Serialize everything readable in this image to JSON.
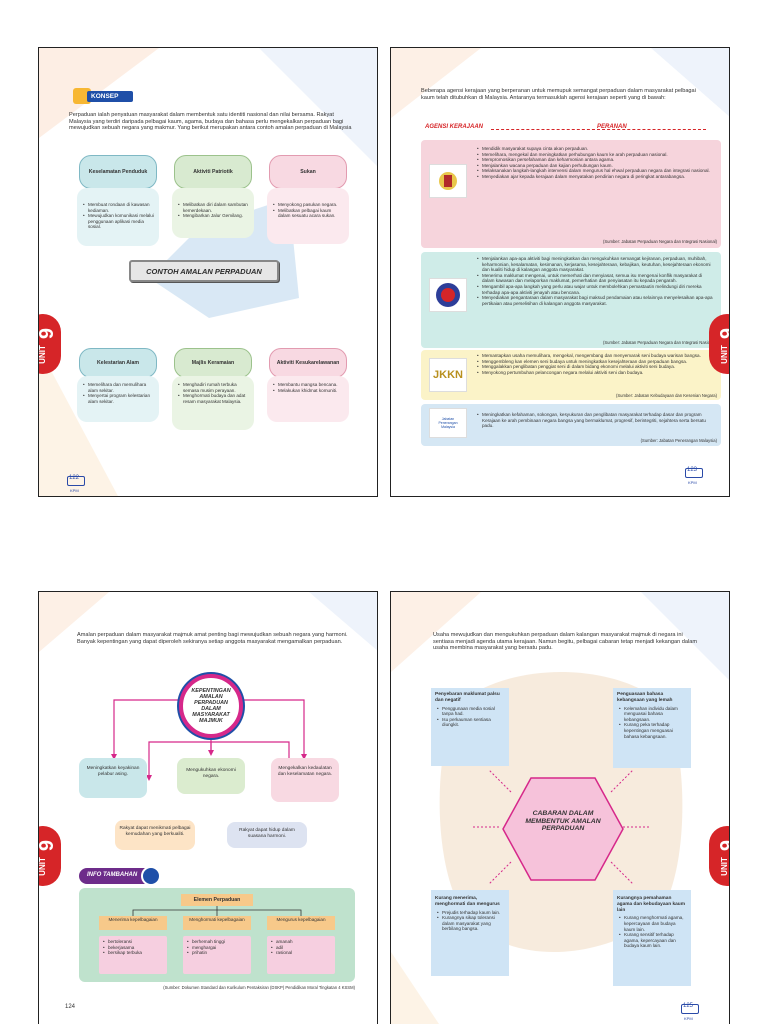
{
  "p1": {
    "konsep_label": "KONSEP",
    "intro": "Perpaduan ialah penyatuan masyarakat dalam membentuk satu identiti nasional dan nilai bersama. Rakyat Malaysia yang terdiri daripada pelbagai kaum, agama, budaya dan bahasa perlu mengekalkan perpaduan bagi mewujudkan sebuah negara yang makmur. Yang berikut merupakan antara contoh amalan perpaduan di Malaysia",
    "center": "CONTOH AMALAN PERPADUAN",
    "top_items": [
      {
        "title": "Keselamatan Penduduk",
        "bullets": [
          "Membuat rondaan di kawasan kediaman.",
          "Mewujudkan komunikasi melalui penggunaan aplikasi media sosial."
        ]
      },
      {
        "title": "Aktiviti Patriotik",
        "bullets": [
          "Melibatkan diri dalam sambutan kemerdekaan.",
          "Mengibarkan Jalur Gemilang."
        ]
      },
      {
        "title": "Sukan",
        "bullets": [
          "Menyokong pasukan negara.",
          "Melibatkan pelbagai kaum dalam sesuatu acara sukan."
        ]
      }
    ],
    "bottom_items": [
      {
        "title": "Kelestarian Alam",
        "bullets": [
          "Memelihara dan memulihara alam sekitar.",
          "Menyertai program kelestarian alam sekitar."
        ]
      },
      {
        "title": "Majlis Keramaian",
        "bullets": [
          "Menghadiri rumah terbuka semasa musim perayaan.",
          "Menghormati budaya dan adat resam masyarakat Malaysia."
        ]
      },
      {
        "title": "Aktiviti Kesukarelawanan",
        "bullets": [
          "Membantu mangsa bencana.",
          "Melakukan khidmat komuniti."
        ]
      }
    ],
    "unit_label": "UNIT",
    "unit_num": "9",
    "page_num": "122",
    "kpm": "KPM"
  },
  "p2": {
    "intro": "Beberapa agensi kerajaan yang berperanan untuk memupuk semangat perpaduan dalam masyarakat pelbagai kaum telah ditubuhkan di Malaysia. Antaranya termasuklah agensi kerajaan seperti yang di bawah:",
    "header_left": "AGENSI KERAJAAN",
    "header_right": "PERANAN",
    "agencies": [
      {
        "logo": "coat-of-arms-icon",
        "bullets": [
          "Mendidik masyarakat supaya cinta akan perpaduan.",
          "Memelihara, mengekal dan meningkatkan perhubungan kaum ke arah perpaduan nasional.",
          "Mempromosikan persefahaman dan keharmonian antara agama.",
          "Menjalankan wacana perpaduan dan kajian perhubungan kaum.",
          "Melaksanakan langkah-langkah intervensi dalam mengurus hal ehwal perpaduan negara dan integrasi nasional.",
          "Menyediakan ajar kepada kerajaan dalam menyatakan pendirian negara di peringkat antarabangsa."
        ],
        "source": "(Sumber: Jabatan Perpaduan Negara dan Integrasi Nasional)"
      },
      {
        "logo": "rukun-tetangga-icon",
        "bullets": [
          "Menjalankan apa-apa aktiviti bagi meningkatkan dan mengukuhkan semangat kejiranan, perpaduan, muhibah, keharmonian, kesalamatan, kesimanan, kerjasama, kesejahteraan, kebajikan, keutuhan, kesejahteraan ekonomi dan kualiti hidup di kalangan anggota masyarakat.",
          "Menerima maklumat mengenai, untuk memerhati dan menyiasat, semua isu mengenai konflik masyarakat di dalam kawasan dan melaporkan maklumat, pemerhatian dan penyiasatan itu kepada pengarah.",
          "Mengambil apa-apa langkah yang perlu atau wajar untuk membolehkan pemastautin melindungi diri mereka terhadap apa-apa aktiviti jenayah atau bencana.",
          "Menyediakan pengantaraan dalam masyarakat bagi maksud pendamaian atau selainnya menyelesaikan apa-apa pertikaian atau perselisihan di kalangan anggota masyarakat."
        ],
        "source": "(Sumber: Jabatan Perpaduan Negara dan Integrasi Nasional)"
      },
      {
        "logo": "JKKN",
        "bullets": [
          "Memantapkan usaha memulihara, mengekal, mengembang dan menyemarak seni budaya warisan bangsa.",
          "Menggembleng kan elemen seni budaya untuk meningkatkan kesejahteraan dan perpaduan bangsa.",
          "Menggalakkan penglibatan penggiat seni di dalam bidang ekonomi melalui aktiviti seni budaya.",
          "Menyokong pertumbuhan pelancongan negara melalui aktiviti seni dan budaya."
        ],
        "source": "(Sumber: Jabatan Kebudayaan dan Kesenian Negara)"
      },
      {
        "logo": "Jabatan Penerangan Malaysia",
        "bullets": [
          "Meningkatkan kefahaman, sokongan, kesyukuran dan penglibatan masyarakat terhadap dasar dan program Kerajaan ke arah pembinaan negara bangsa yang bermaklumat, progresif, berintegriti, sejahtera serta bersatu padu."
        ],
        "source": "(Sumber: Jabatan Penerangan Malaysia)"
      }
    ],
    "unit_label": "UNIT",
    "unit_num": "9",
    "page_num": "123",
    "kpm": "KPM"
  },
  "p3": {
    "intro": "Amalan perpaduan dalam masyarakat majmuk amat penting bagi mewujudkan sebuah negara yang harmoni. Banyak kepentingan yang dapat diperoleh sekiranya setiap anggota masyarakat mengamalkan perpaduan.",
    "center": "KEPENTINGAN AMALAN PERPADUAN DALAM MASYARAKAT MAJMUK",
    "boxes": [
      "Meningkatkan keyakinan pelabur asing.",
      "Mengukuhkan ekonomi negara.",
      "Mengekalkan kedaulatan dan keselamatan negara.",
      "Rakyat dapat menikmati pelbagai kemudahan yang berkualiti.",
      "Rakyat dapat hidup dalam suasana harmoni."
    ],
    "info_label": "INFO TAMBAHAN",
    "elemen_title": "Elemen Perpaduan",
    "elemen": [
      {
        "head": "Menerima kepelbagaian",
        "items": [
          "bertoleransi",
          "bekerjasama",
          "bersikap terbuka"
        ]
      },
      {
        "head": "Menghormati kepelbagaian",
        "items": [
          "berhemah tinggi",
          "menghargai",
          "prihatin"
        ]
      },
      {
        "head": "Mengurus kepelbagaian",
        "items": [
          "amanah",
          "adil",
          "rasional"
        ]
      }
    ],
    "source": "(Sumber: Dokumen Standard dan Kurikulum Pentaksiran (DSKP) Pendidikan Moral Tingkatan 4 KSSM)",
    "unit_label": "UNIT",
    "unit_num": "9",
    "page_num": "124"
  },
  "p4": {
    "intro": "Usaha mewujudkan dan mengukuhkan perpaduan dalam kalangan masyarakat majmuk di negara ini sentiasa menjadi agenda utama kerajaan. Namun begitu, pelbagai cabaran tetap menjadi kekangan dalam usaha membina masyarakat yang bersatu padu.",
    "center": "CABARAN DALAM MEMBENTUK AMALAN PERPADUAN",
    "boxes": [
      {
        "title": "Penyebaran maklumat palsu dan negatif",
        "bullets": [
          "Penggunaan media sosial tanpa had.",
          "Isu perkauman sentiasa diungkit."
        ]
      },
      {
        "title": "Penguasaan bahasa kebangsaan yang lemah",
        "bullets": [
          "Kelemahan individu dalam menguasai bahasa kebangsaan.",
          "Kurang peka terhadap kepentingan menguasai bahasa kebangsaan."
        ]
      },
      {
        "title": "Kurang menerima, menghormati dan mengurus",
        "bullets": [
          "Prejudis terhadap kaum lain.",
          "Kurangnya sikap toleransi dalam masyarakat yang berbilang bangsa."
        ]
      },
      {
        "title": "Kurangnya pemahaman agama dan kebudayaan kaum lain",
        "bullets": [
          "Kurang menghormati agama, kepercayaan dan budaya kaum lain.",
          "Kurang sensitif terhadap agama, kepercayaan dan budaya kaum lain."
        ]
      }
    ],
    "unit_label": "UNIT",
    "unit_num": "9",
    "page_num": "125",
    "kpm": "KPM"
  },
  "colors": {
    "unit_red": "#d62528",
    "p1_teal": "#c9e7ea",
    "p1_green": "#d8ead0",
    "p1_pink": "#f8d9e2",
    "p2_pink": "#f6d4dc",
    "p2_teal": "#cfece8",
    "p2_yellow": "#fbf3c8",
    "p2_blue": "#d5e7f4",
    "p3_magenta": "#d6288a",
    "p4_hex": "#f6c2da"
  }
}
